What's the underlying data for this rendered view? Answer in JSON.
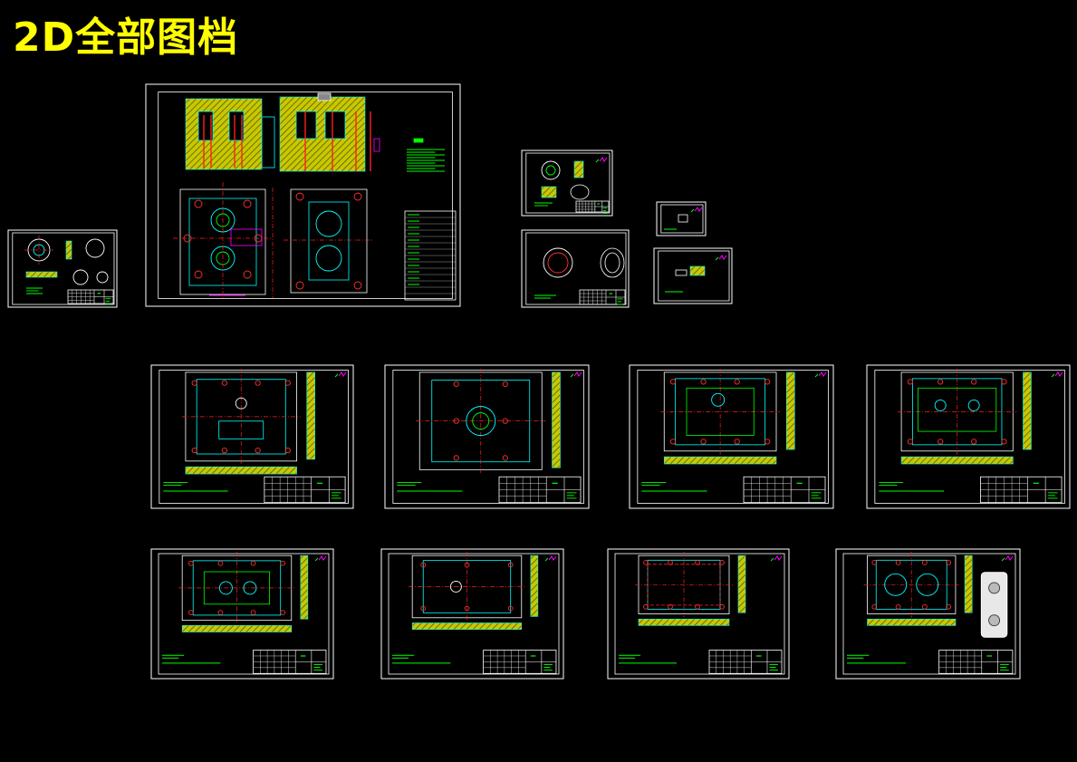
{
  "page": {
    "title": "2D全部图档"
  },
  "colors": {
    "background": "#000000",
    "title": "#ffff00",
    "border": "#ffffff",
    "hatch_fill": "#c8c800",
    "hatch_line": "#4a4a00",
    "outline": "#00ffff",
    "note": "#00ff00",
    "accent": "#ff2020",
    "hole": "#ff3030",
    "mark": "#ff00ff"
  },
  "sheets": [
    {
      "id": "sheet-assembly",
      "kind": "assembly"
    },
    {
      "id": "sheet-part-a",
      "kind": "small_round"
    },
    {
      "id": "sheet-part-b",
      "kind": "small_detail"
    },
    {
      "id": "sheet-part-c",
      "kind": "small_ring"
    },
    {
      "id": "sheet-part-d",
      "kind": "tiny"
    },
    {
      "id": "sheet-part-e",
      "kind": "tiny2"
    },
    {
      "id": "sheet-plate-1",
      "kind": "plate_a"
    },
    {
      "id": "sheet-plate-2",
      "kind": "plate_b"
    },
    {
      "id": "sheet-plate-3",
      "kind": "plate_c"
    },
    {
      "id": "sheet-plate-4",
      "kind": "plate_d"
    },
    {
      "id": "sheet-plate-5",
      "kind": "plate_e"
    },
    {
      "id": "sheet-plate-6",
      "kind": "plate_f"
    },
    {
      "id": "sheet-plate-7",
      "kind": "plate_g"
    },
    {
      "id": "sheet-plate-8",
      "kind": "plate_h"
    }
  ]
}
